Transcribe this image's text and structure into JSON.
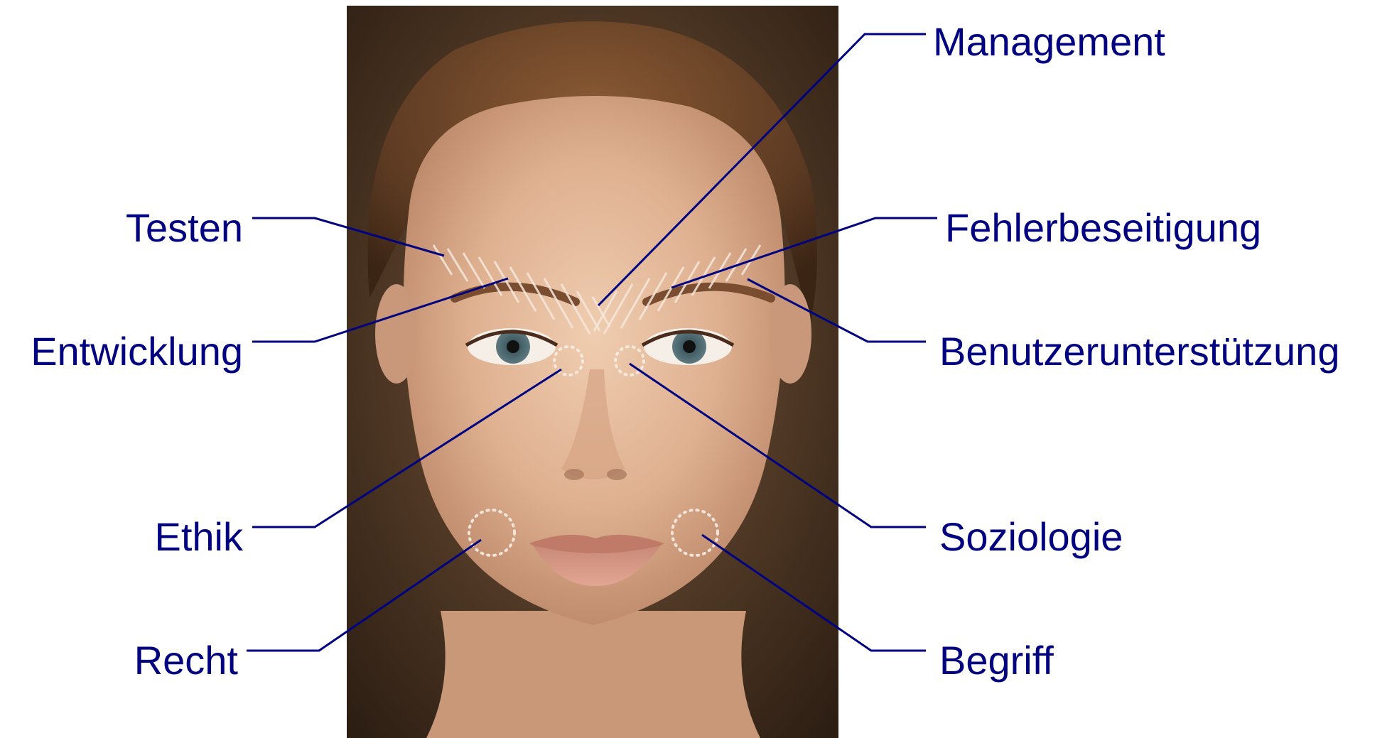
{
  "labels": {
    "management": "Management",
    "testen": "Testen",
    "fehlerbeseitigung": "Fehlerbeseitigung",
    "entwicklung": "Entwicklung",
    "benutzerunterstuetzung": "Benutzerunterstützung",
    "ethik": "Ethik",
    "soziologie": "Soziologie",
    "recht": "Recht",
    "begriff": "Begriff"
  },
  "colors": {
    "label": "#000080",
    "background": "#ffffff",
    "photo_backdrop": "#3a2a1c",
    "skin": "#e2b899",
    "hair": "#6b4326"
  },
  "photo": {
    "subject": "face-portrait"
  }
}
